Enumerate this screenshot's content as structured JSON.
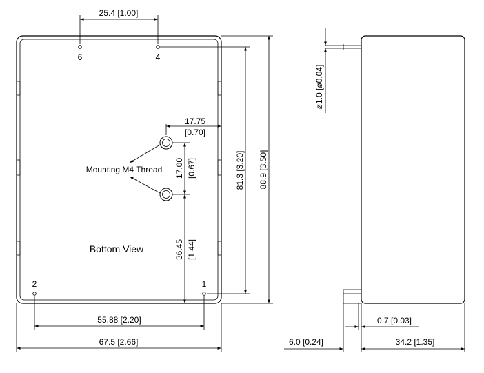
{
  "bottom_view": {
    "label": "Bottom View",
    "mounting_label": "Mounting M4 Thread",
    "pins": [
      "6",
      "4",
      "2",
      "1"
    ]
  },
  "dimensions": {
    "pin_6_4": "25.4 [1.00]",
    "mount_offset_mm": "17.75",
    "mount_offset_in": "[0.70]",
    "mount_spacing_mm": "17.00",
    "mount_spacing_in": "[0.67]",
    "mount_bottom_mm": "36.45",
    "mount_bottom_in": "[1.44]",
    "pin_span_v": "81.3 [3.20]",
    "height": "88.9 [3.50]",
    "pin_2_1": "55.88 [2.20]",
    "width": "67.5 [2.66]",
    "pin_diameter": "ø1.0 [ø0.04]",
    "standoff": "0.7 [0.03]",
    "pin_length": "6.0 [0.24]",
    "depth": "34.2 [1.35]"
  }
}
